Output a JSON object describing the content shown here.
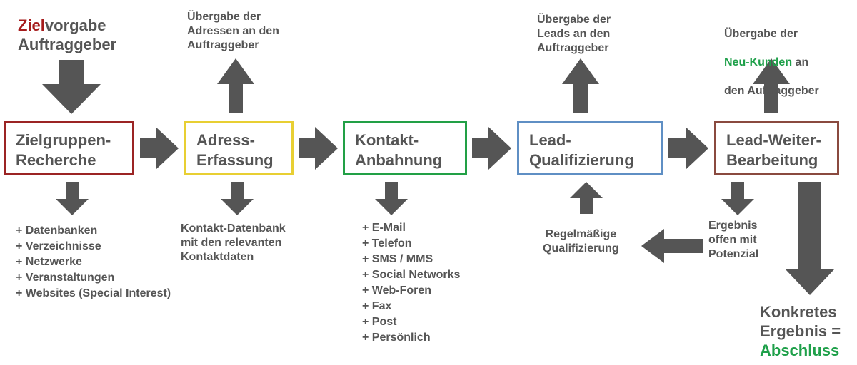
{
  "goal": {
    "highlight": "Ziel",
    "rest": "vorgabe",
    "line2": "Auftraggeber"
  },
  "boxes": [
    {
      "label": "Zielgruppen-\nRecherche"
    },
    {
      "label": "Adress-\nErfassung"
    },
    {
      "label": "Kontakt-\nAnbahnung"
    },
    {
      "label": "Lead-\nQualifizierung"
    },
    {
      "label": "Lead-Weiter-\nBearbeitung"
    }
  ],
  "top_notes": {
    "addresses": "Übergabe der\nAdressen an den\nAuftraggeber",
    "leads": "Übergabe der\nLeads an den\nAuftraggeber",
    "customers_pre": "Übergabe der",
    "customers_highlight": "Neu-Kunden",
    "customers_mid": " an",
    "customers_post": "den Auftraggeber"
  },
  "research_list": [
    "+ Datenbanken",
    "+ Verzeichnisse",
    "+ Netzwerke",
    "+ Veranstaltungen",
    "+ Websites (Special Interest)"
  ],
  "database_note": "Kontakt-Datenbank\nmit den relevanten\nKontaktdaten",
  "contact_list": [
    "+ E-Mail",
    "+ Telefon",
    "+ SMS / MMS",
    "+ Social Networks",
    "+ Web-Foren",
    "+ Fax",
    "+ Post",
    "+ Persönlich"
  ],
  "requalify_note": "Regelmäßige\nQualifizierung",
  "open_note": "Ergebnis\noffen mit\nPotenzial",
  "result": {
    "line1": "Konkretes",
    "line2": "Ergebnis =",
    "highlight": "Abschluss"
  },
  "colors": {
    "arrow": "#555555",
    "ziel": "#a51b1b",
    "green": "#1fa04a"
  }
}
